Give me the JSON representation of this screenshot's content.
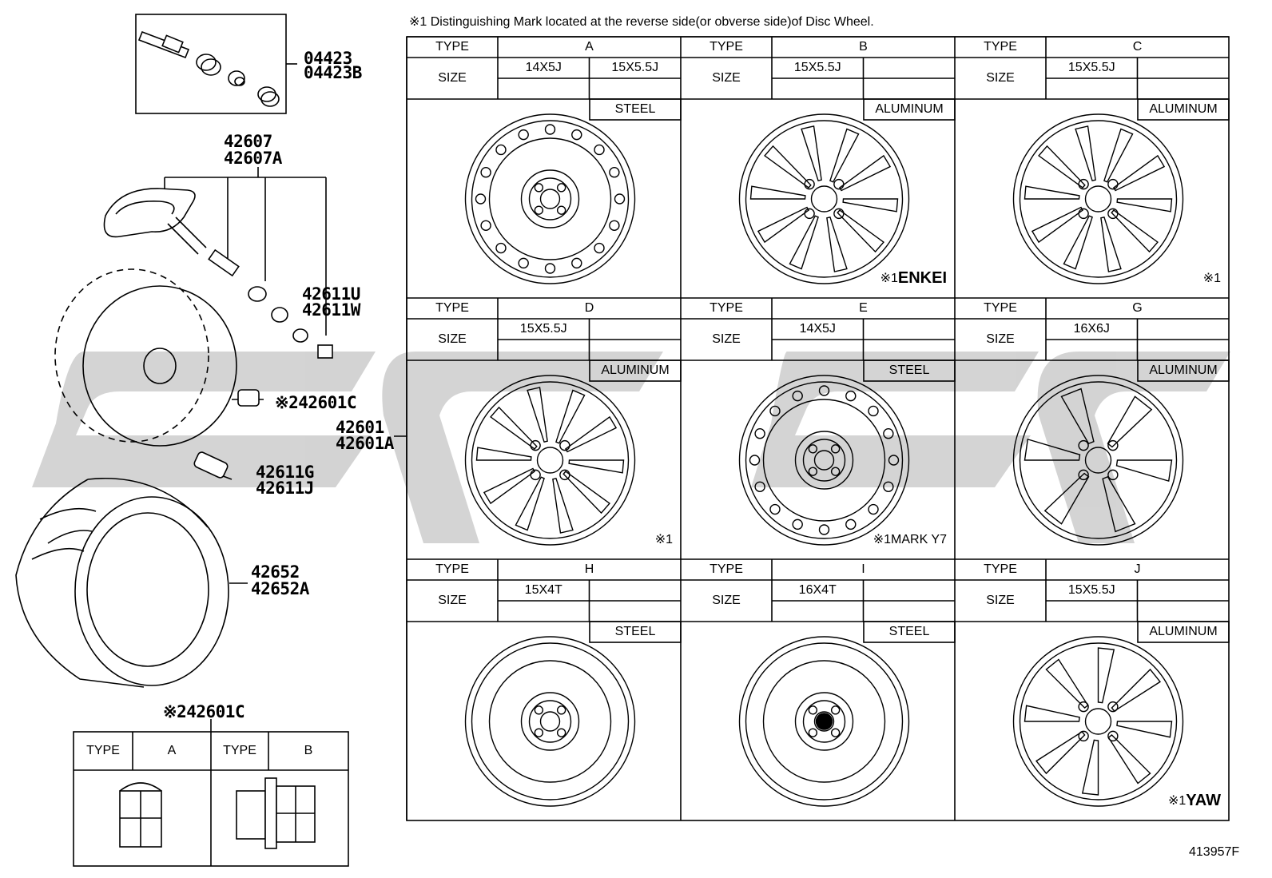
{
  "header_note": "※1 Distinguishing Mark located at the reverse side(or obverse side)of Disc Wheel.",
  "figure_code": "413957F",
  "table_labels": {
    "type": "TYPE",
    "size": "SIZE"
  },
  "parts": {
    "valve_kit": [
      "04423",
      "04423B"
    ],
    "sensor": [
      "42607",
      "42607A"
    ],
    "valve_core": [
      "42611U",
      "42611W"
    ],
    "cap_2": "※242601C",
    "wheel": [
      "42601",
      "42601A"
    ],
    "valve_stem": [
      "42611G",
      "42611J"
    ],
    "tire": [
      "42652",
      "42652A"
    ]
  },
  "wheels": [
    {
      "type": "A",
      "sizes": [
        "14X5J",
        "15X5.5J"
      ],
      "material": "STEEL",
      "mark": ""
    },
    {
      "type": "B",
      "sizes": [
        "15X5.5J"
      ],
      "material": "ALUMINUM",
      "mark": "※1",
      "brand": "ENKEI"
    },
    {
      "type": "C",
      "sizes": [
        "15X5.5J"
      ],
      "material": "ALUMINUM",
      "mark": "※1"
    },
    {
      "type": "D",
      "sizes": [
        "15X5.5J"
      ],
      "material": "ALUMINUM",
      "mark": "※1"
    },
    {
      "type": "E",
      "sizes": [
        "14X5J"
      ],
      "material": "STEEL",
      "mark": "※1MARK Y7"
    },
    {
      "type": "G",
      "sizes": [
        "16X6J"
      ],
      "material": "ALUMINUM",
      "mark": ""
    },
    {
      "type": "H",
      "sizes": [
        "15X4T"
      ],
      "material": "STEEL",
      "mark": ""
    },
    {
      "type": "I",
      "sizes": [
        "16X4T"
      ],
      "material": "STEEL",
      "mark": ""
    },
    {
      "type": "J",
      "sizes": [
        "15X5.5J"
      ],
      "material": "ALUMINUM",
      "mark": "※1",
      "brand": "YAW"
    }
  ],
  "nut_table": {
    "title": "※242601C",
    "types": [
      "A",
      "B"
    ]
  }
}
